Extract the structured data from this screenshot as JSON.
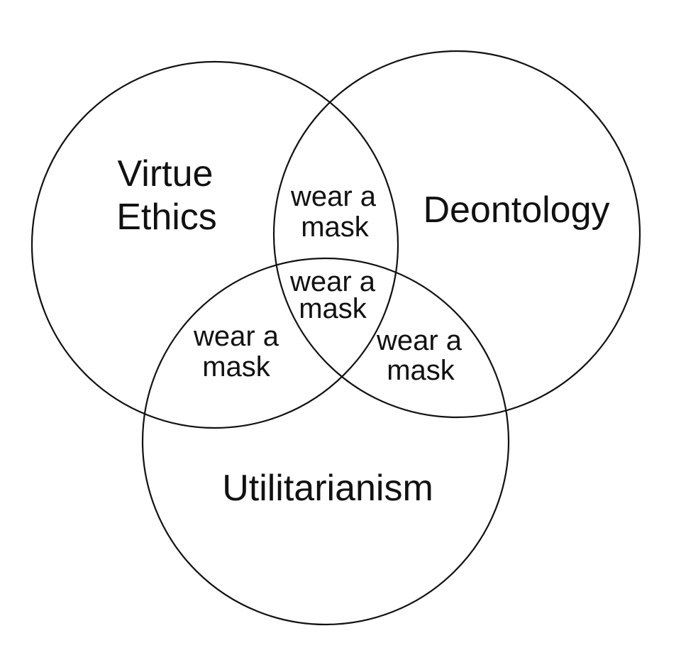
{
  "sets": {
    "virtue_ethics": {
      "line1": "Virtue",
      "line2": "Ethics"
    },
    "deontology": "Deontology",
    "utilitarianism": "Utilitarianism"
  },
  "intersections": {
    "virtue_deontology": {
      "line1": "wear a",
      "line2": "mask"
    },
    "all_three": {
      "line1": "wear a",
      "line2": "mask"
    },
    "virtue_utilitarianism": {
      "line1": "wear a",
      "line2": "mask"
    },
    "deontology_utilitarianism": {
      "line1": "wear a",
      "line2": "mask"
    }
  },
  "colors": {
    "stroke": "#111111",
    "background": "#ffffff",
    "text": "#111111"
  }
}
